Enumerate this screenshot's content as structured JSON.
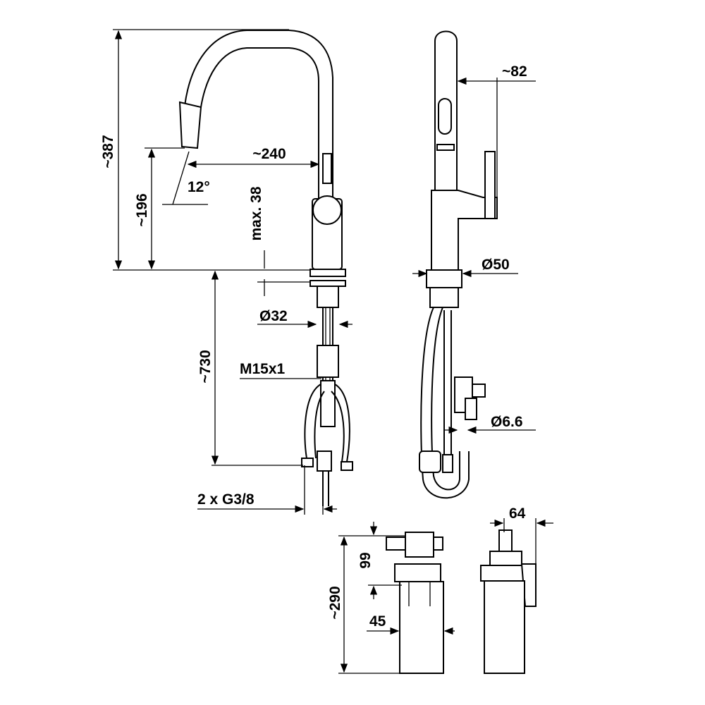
{
  "dimensions": {
    "total_height": "~387",
    "spout_reach": "~240",
    "spray_angle": "12°",
    "spout_height": "~196",
    "max_deck_thickness": "max. 38",
    "shank_diameter": "Ø32",
    "hose_length": "~730",
    "thread": "M15x1",
    "connections": "2 x G3/8",
    "side_depth": "~82",
    "base_diameter": "Ø50",
    "hose_diameter": "Ø6.6",
    "filter_width": "64",
    "filter_head_height": "99",
    "filter_height": "~290",
    "filter_diameter": "45"
  }
}
